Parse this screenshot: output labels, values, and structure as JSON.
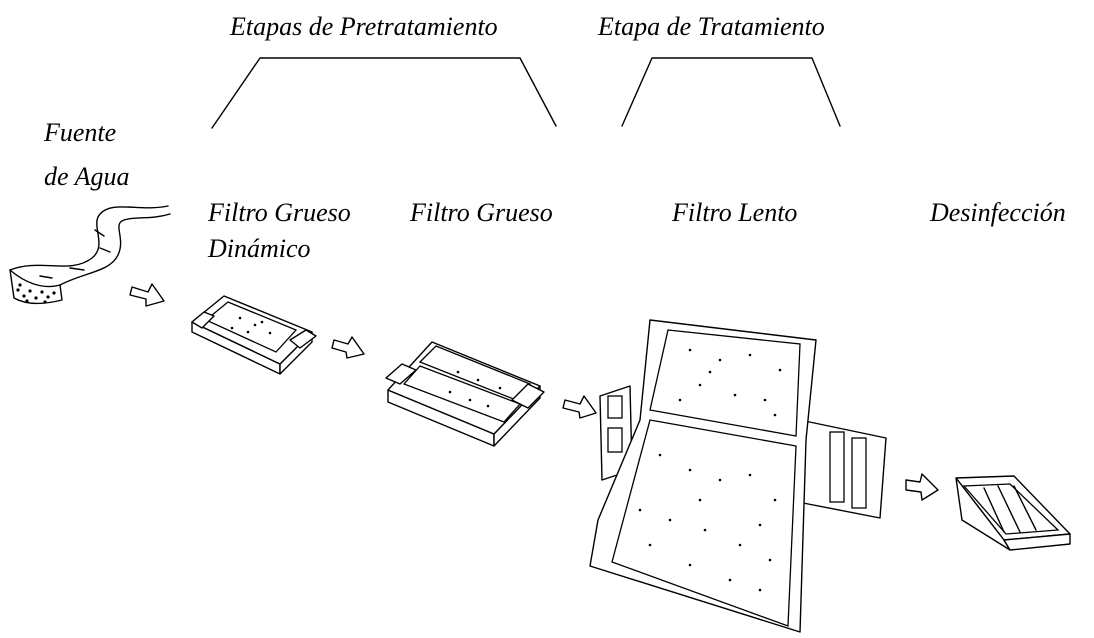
{
  "stages": {
    "pretreatment": "Etapas de Pretratamiento",
    "treatment": "Etapa de Tratamiento"
  },
  "units": {
    "source_line1": "Fuente",
    "source_line2": "de Agua",
    "dynamic_filter_line1": "Filtro Grueso",
    "dynamic_filter_line2": "Dinámico",
    "coarse_filter": "Filtro Grueso",
    "slow_filter": "Filtro Lento",
    "disinfection": "Desinfección"
  }
}
